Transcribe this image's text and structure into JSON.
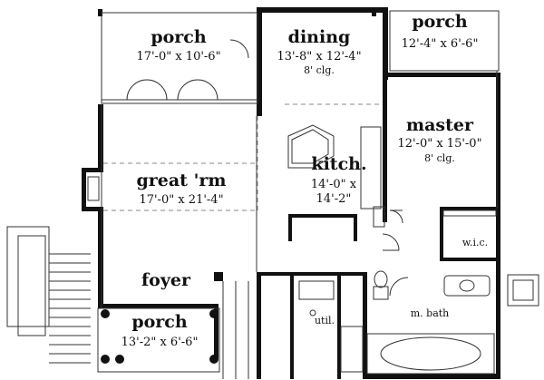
{
  "rooms": {
    "porch_left": {
      "name": "porch",
      "dims": "17'-0\" x 10'-6\""
    },
    "dining": {
      "name": "dining",
      "dims": "13'-8\" x 12'-4\"",
      "ceiling": "8' clg."
    },
    "porch_right": {
      "name": "porch",
      "dims": "12'-4\" x 6'-6\""
    },
    "master": {
      "name": "master",
      "dims": "12'-0\" x 15'-0\"",
      "ceiling": "8' clg."
    },
    "kitchen": {
      "name": "kitch.",
      "dims_line1": "14'-0\" x",
      "dims_line2": "14'-2\""
    },
    "great_room": {
      "name": "great 'rm",
      "dims": "17'-0\" x 21'-4\""
    },
    "foyer": {
      "name": "foyer"
    },
    "porch_bottom": {
      "name": "porch",
      "dims": "13'-2\" x 6'-6\""
    },
    "wic": {
      "name": "w.i.c."
    },
    "utility": {
      "name": "util."
    },
    "master_bath": {
      "name": "m. bath"
    }
  },
  "colors": {
    "wall": "#111111",
    "thin": "#333333",
    "dashed": "#888888",
    "background": "#ffffff"
  }
}
